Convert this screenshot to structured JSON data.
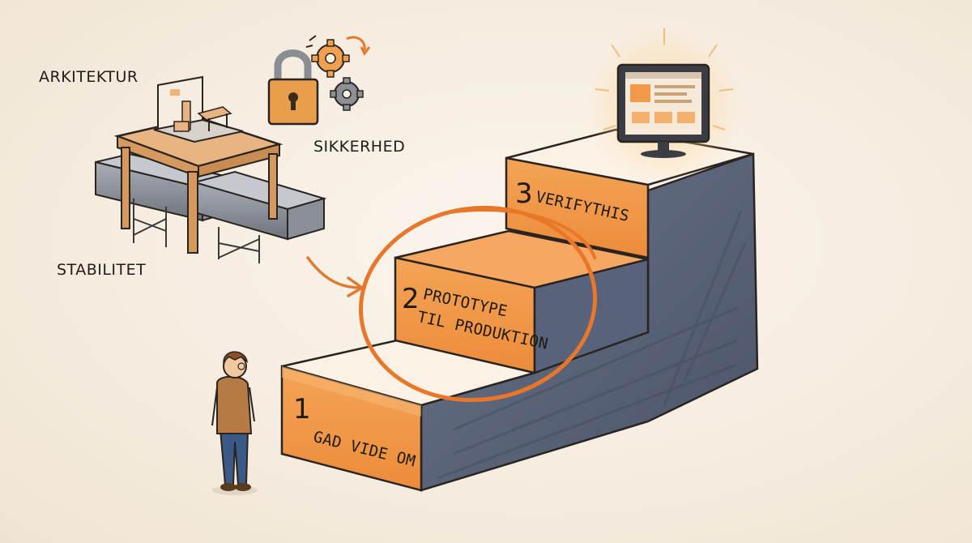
{
  "labels": {
    "architecture": "ARKITEKTUR",
    "security": "SIKKERHED",
    "stability": "STABILITET"
  },
  "steps": [
    {
      "number": "1",
      "text": "GAD VIDE OM"
    },
    {
      "number": "2",
      "text_line1": "PROTOTYPE",
      "text_line2": "TIL PRODUKTION"
    },
    {
      "number": "3",
      "text": "VERIFYTHIS"
    }
  ],
  "colors": {
    "step_orange": "#f29a4a",
    "step_orange_light": "#f7b56f",
    "step_side": "#5a6478",
    "highlight_ring": "#e9772a",
    "outline": "#2a2420"
  },
  "icons": [
    "lock-icon",
    "gear-icon",
    "refresh-icon",
    "monitor-icon",
    "person-icon",
    "steel-beam-icon",
    "table-icon",
    "arrow-icon"
  ]
}
